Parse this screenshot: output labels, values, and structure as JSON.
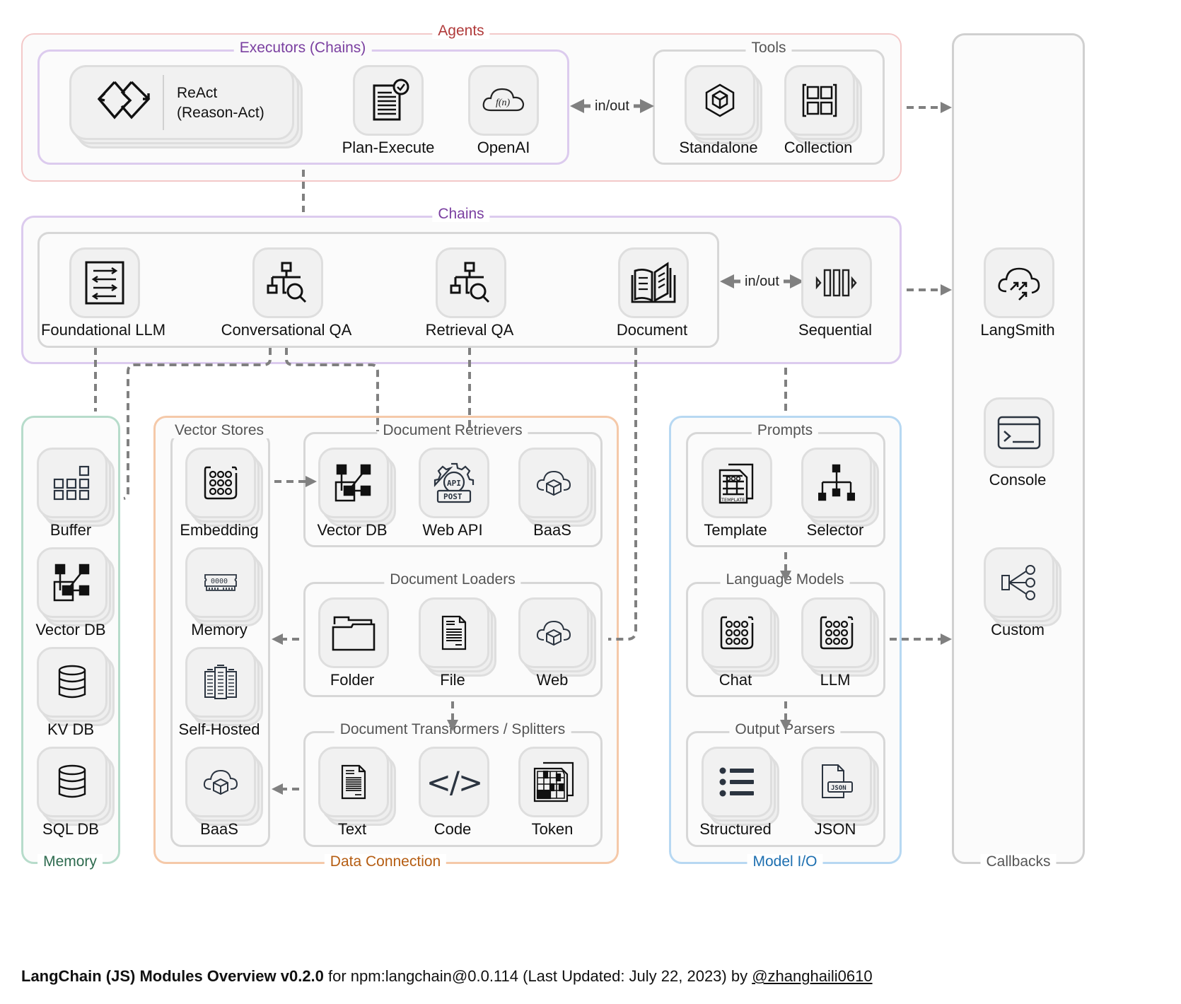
{
  "groups": {
    "agents": {
      "title": "Agents",
      "color": "#b03a3a",
      "border": "#f3c9c9"
    },
    "executors": {
      "title": "Executors (Chains)",
      "color": "#7a3fa0",
      "border": "#dccbee"
    },
    "tools": {
      "title": "Tools"
    },
    "chains": {
      "title": "Chains",
      "color": "#7a3fa0",
      "border": "#dccbee"
    },
    "memory": {
      "title": "Memory",
      "color": "#2e6b4f",
      "border": "#b7dccb"
    },
    "data_connection": {
      "title": "Data Connection",
      "color": "#b55d12",
      "border": "#f5c9a9"
    },
    "vector_stores": {
      "title": "Vector Stores"
    },
    "document_retrievers": {
      "title": "Document Retrievers"
    },
    "document_loaders": {
      "title": "Document Loaders"
    },
    "document_transformers": {
      "title": "Document Transformers / Splitters"
    },
    "model_io": {
      "title": "Model I/O",
      "color": "#1d6fb0",
      "border": "#b7d8f2"
    },
    "prompts": {
      "title": "Prompts"
    },
    "language_models": {
      "title": "Language Models"
    },
    "output_parsers": {
      "title": "Output Parsers"
    },
    "callbacks": {
      "title": "Callbacks"
    }
  },
  "items": {
    "react": {
      "line1": "ReAct",
      "line2": "(Reason-Act)",
      "icon": "react-loop-icon"
    },
    "plan_execute": {
      "label": "Plan-Execute",
      "icon": "checklist-document-icon"
    },
    "openai": {
      "label": "OpenAI",
      "icon": "function-cloud-icon"
    },
    "standalone": {
      "label": "Standalone",
      "icon": "hexagon-cube-icon"
    },
    "collection": {
      "label": "Collection",
      "icon": "grid-collection-icon"
    },
    "foundational_llm": {
      "label": "Foundational LLM",
      "icon": "arrows-list-icon"
    },
    "conversational_qa": {
      "label": "Conversational QA",
      "icon": "hierarchy-search-icon"
    },
    "retrieval_qa": {
      "label": "Retrieval QA",
      "icon": "hierarchy-search-icon"
    },
    "document": {
      "label": "Document",
      "icon": "open-book-icon"
    },
    "sequential": {
      "label": "Sequential",
      "icon": "sequence-bars-icon"
    },
    "langsmith": {
      "label": "LangSmith",
      "icon": "cloud-arrows-icon"
    },
    "console": {
      "label": "Console",
      "icon": "terminal-icon"
    },
    "custom": {
      "label": "Custom",
      "icon": "fan-out-icon"
    },
    "buffer": {
      "label": "Buffer",
      "icon": "blocks-icon"
    },
    "mem_vector_db": {
      "label": "Vector DB",
      "icon": "vector-nodes-icon"
    },
    "kv_db": {
      "label": "KV DB",
      "icon": "database-icon"
    },
    "sql_db": {
      "label": "SQL DB",
      "icon": "database-icon"
    },
    "embedding": {
      "label": "Embedding",
      "icon": "dot-matrix-icon"
    },
    "vs_memory": {
      "label": "Memory",
      "icon": "ram-chip-icon"
    },
    "self_hosted": {
      "label": "Self-Hosted",
      "icon": "server-racks-icon"
    },
    "vs_baas": {
      "label": "BaaS",
      "icon": "cloud-cube-icon"
    },
    "ret_vector_db": {
      "label": "Vector DB",
      "icon": "vector-nodes-icon"
    },
    "web_api": {
      "label": "Web API",
      "icon": "api-gear-icon",
      "badge_top": "API",
      "badge_bottom": "POST"
    },
    "ret_baas": {
      "label": "BaaS",
      "icon": "cloud-cube-icon"
    },
    "folder": {
      "label": "Folder",
      "icon": "folder-icon"
    },
    "file": {
      "label": "File",
      "icon": "file-lines-icon"
    },
    "web": {
      "label": "Web",
      "icon": "cloud-cube-icon"
    },
    "text": {
      "label": "Text",
      "icon": "text-document-icon"
    },
    "code": {
      "label": "Code",
      "icon": "code-brackets-icon",
      "glyph": "</>"
    },
    "token": {
      "label": "Token",
      "icon": "token-grid-icon"
    },
    "template": {
      "label": "Template",
      "icon": "template-document-icon",
      "badge": "TEMPLATE"
    },
    "selector": {
      "label": "Selector",
      "icon": "tree-selector-icon"
    },
    "chat": {
      "label": "Chat",
      "icon": "dot-matrix-icon"
    },
    "llm": {
      "label": "LLM",
      "icon": "dot-matrix-icon"
    },
    "structured": {
      "label": "Structured",
      "icon": "bullet-list-icon"
    },
    "json": {
      "label": "JSON",
      "icon": "json-file-icon",
      "badge": "JSON"
    }
  },
  "connectors": {
    "agents_in_out": "in/out",
    "chains_in_out": "in/out"
  },
  "footer": {
    "title": "LangChain (JS) Modules Overview v0.2.0",
    "detail": " for npm:langchain@0.0.114 (Last Updated: July 22, 2023) by ",
    "author": "@zhanghaili0610"
  }
}
